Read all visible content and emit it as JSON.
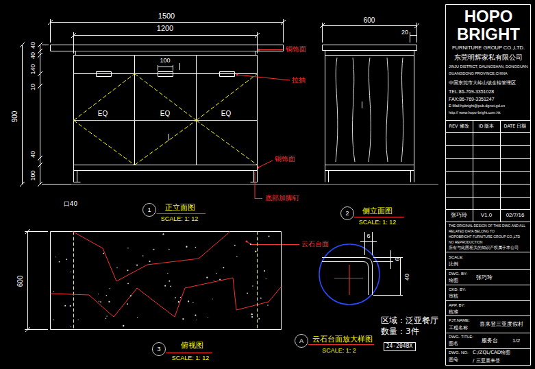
{
  "diagram": {
    "nodes": [
      {
        "text": [
          "1"
        ]
      },
      {
        "text": [
          "2"
        ]
      },
      {
        "text": [
          "3"
        ]
      },
      {
        "text": [
          "A"
        ]
      },
      {
        "text": [
          "24-204BX"
        ]
      }
    ],
    "labels": [
      "1500",
      "1200",
      "100",
      "40",
      "40",
      "140",
      "10",
      "900",
      "40",
      "100",
      "口40",
      "EQ",
      "EQ",
      "EQ",
      "600",
      "20",
      "铜饰面",
      "拉抽",
      "铜饰面",
      "底部加脚钉",
      "正立面图",
      "SCALE: 1: 12",
      "侧立面图",
      "SCALE: 1: 12",
      "600",
      "云石台面",
      "6",
      "6",
      "40",
      "俯视图",
      "SCALE: 1: 12",
      "云石台面放大样图",
      "SCALE: 1: 2",
      "区域：泛亚餐厅",
      "数量：3件",
      "HOPO",
      "BRIGHT",
      "FURNITURE GROUP CO.,LTD.",
      "东莞明辉家私有限公司",
      "JINJU DISTRICT, DALINGSHAN, DONGGUAN",
      "GUANGDONG PROVINCE,CHINA",
      "中国东莞市大岭山镇金桔管理区",
      "TEL:86-769-3351028",
      "FAX:86-769-3351247",
      "E-Mail:hpbright@pub.dgnet.gd.cn",
      "http:// www.hopo-bright.com.hk",
      "REV 修改",
      "ID 版本",
      "DATE 日期",
      "张巧玲",
      "V1.0",
      "02/7/16",
      "THE ORIGINAL DESIGN OF THIS DWG AND ALL",
      "RELATED DATA BELONG TO",
      "HOPOBRIGHT FURNITURE GROUP CO.,LTD",
      "NO REPRODUCTION",
      "所有与此图相关的知识产权属于本公司",
      "SCALE:",
      "比例",
      "DWG. BY:",
      "绘图",
      "张巧玲",
      "CKD. BY:",
      "审核",
      "APP. BY:",
      "核准",
      "PJT.NAME:",
      "工程名称",
      "喜来登三亚度假村",
      "DWG. TITLE:",
      "图名",
      "服务台",
      "1/2",
      "DWG. NO:",
      "图号",
      "C:/ZQL/CAD绘图",
      "/ 三亚喜来登"
    ]
  }
}
